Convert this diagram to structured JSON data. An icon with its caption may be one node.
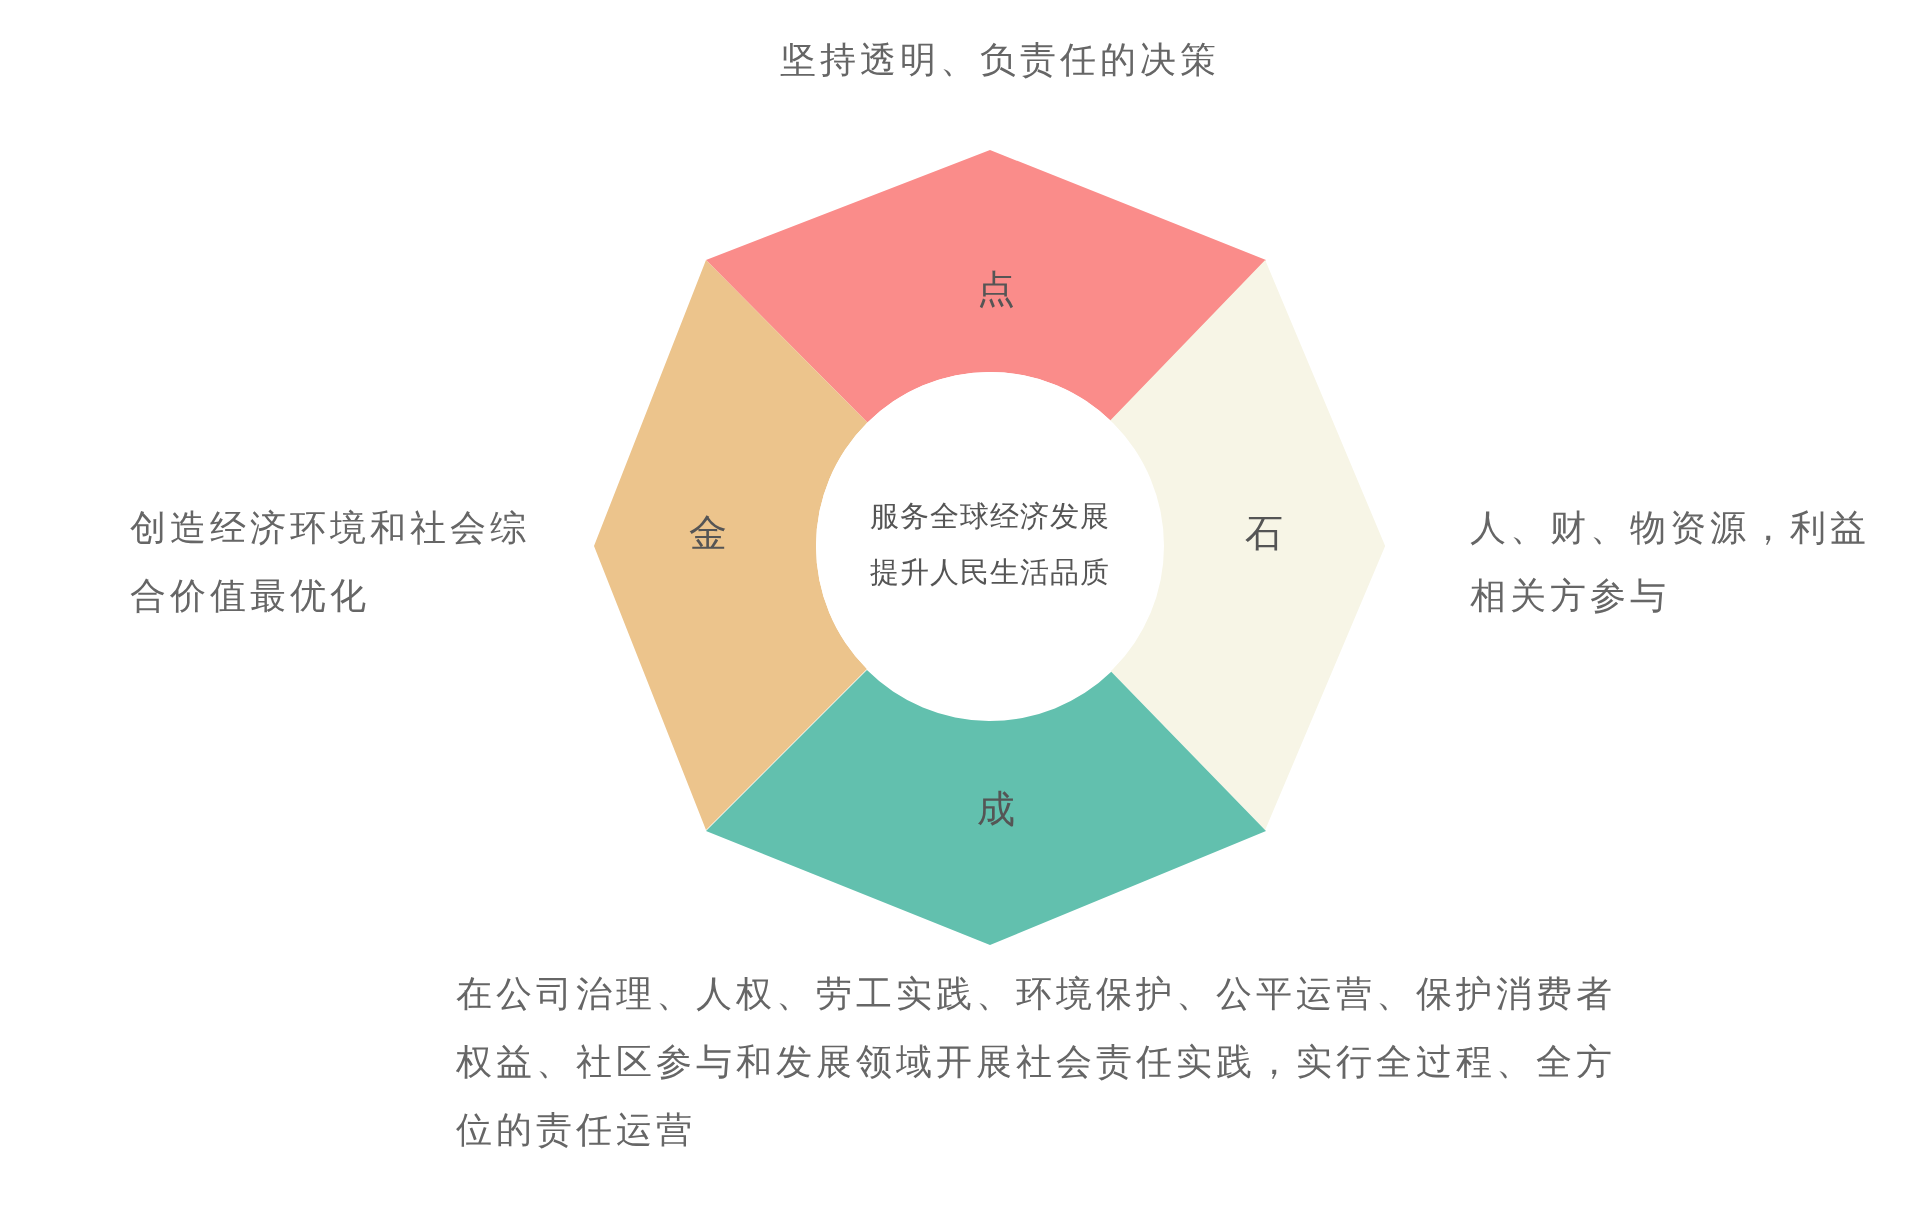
{
  "diagram": {
    "nodes": [
      {
        "text": [
          "点"
        ],
        "beside": [
          "坚持透明、负责任的决策"
        ]
      },
      {
        "text": [
          "石"
        ],
        "beside": [
          "人、财、物资源，利益相关方参与"
        ]
      },
      {
        "text": [
          "成"
        ],
        "beside": [
          "在公司治理、人权、劳工实践、环境保护、公平运营、保护消费者权益、社区参与和发展领域开展社会责任实践，实行全过程、全方位的责任运营"
        ]
      },
      {
        "text": [
          "金"
        ],
        "beside": [
          "创造经济环境和社会综合价值最优化"
        ]
      },
      {
        "text": [
          "服务全球经济发展",
          "提升人民生活品质"
        ]
      }
    ]
  }
}
